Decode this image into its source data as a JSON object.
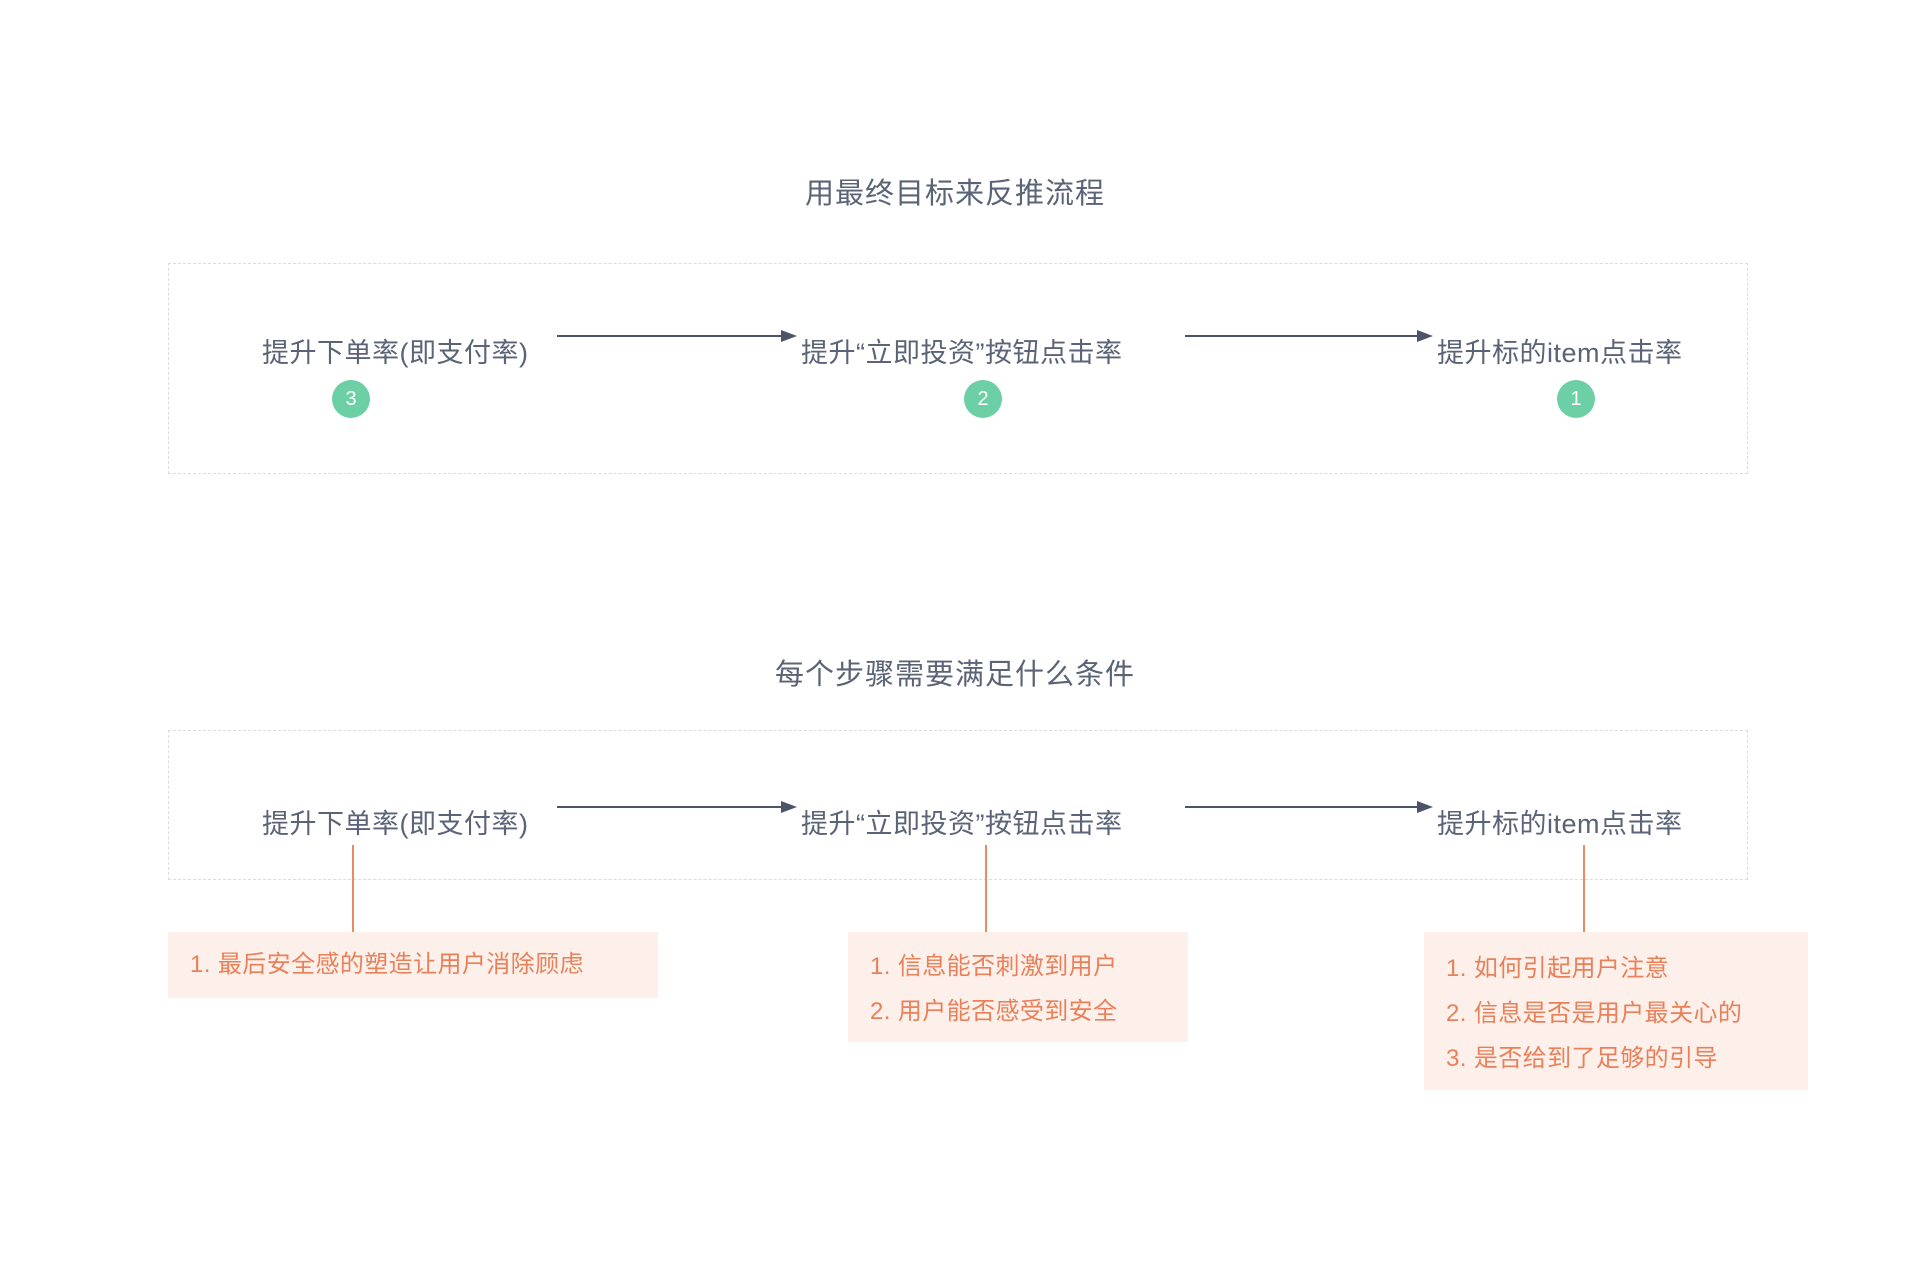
{
  "sections": [
    {
      "title": "用最终目标来反推流程",
      "nodes": [
        {
          "label": "提升下单率(即支付率)",
          "badge": "3"
        },
        {
          "label": "提升“立即投资”按钮点击率",
          "badge": "2"
        },
        {
          "label": "提升标的item点击率",
          "badge": "1"
        }
      ]
    },
    {
      "title": "每个步骤需要满足什么条件",
      "nodes": [
        {
          "label": "提升下单率(即支付率)"
        },
        {
          "label": "提升“立即投资”按钮点击率"
        },
        {
          "label": "提升标的item点击率"
        }
      ],
      "notes": [
        {
          "lines": [
            "1. 最后安全感的塑造让用户消除顾虑"
          ]
        },
        {
          "lines": [
            "1. 信息能否刺激到用户",
            "2. 用户能否感受到安全"
          ]
        },
        {
          "lines": [
            "1. 如何引起用户注意",
            "2. 信息是否是用户最关心的",
            "3. 是否给到了足够的引导"
          ]
        }
      ]
    }
  ],
  "colors": {
    "badge_green": "#6ccfa6",
    "note_background": "#fdf0ea",
    "note_text": "#e8815a",
    "connector_orange": "#ec8b62",
    "text_slate": "#5b6376",
    "dashed_border": "#dcdcdc",
    "arrow": "#4e5468",
    "page_background": "#ffffff"
  }
}
